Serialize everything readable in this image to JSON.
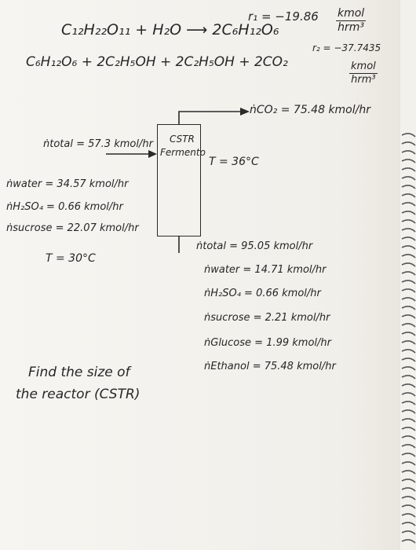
{
  "reaction1": {
    "equation": "C₁₂H₂₂O₁₁ + H₂O ⟶ 2C₆H₁₂O₆",
    "rate_label": "r₁ = −19.86",
    "rate_unit_num": "kmol",
    "rate_unit_den": "hrm³"
  },
  "reaction2": {
    "equation": "C₆H₁₂O₆ + 2C₂H₅OH + 2C₂H₅OH + 2CO₂",
    "rate_label": "r₂ = −37.7435",
    "rate_unit_num": "kmol",
    "rate_unit_den": "hrm³"
  },
  "co2_stream": "ṅCO₂ = 75.48 kmol/hr",
  "reactor": {
    "line1": "CSTR",
    "line2": "Fermento",
    "temperature": "T = 36°C"
  },
  "inlet": {
    "total": "ṅtotal = 57.3 kmol/hr",
    "water": "ṅwater = 34.57 kmol/hr",
    "h2so4": "ṅH₂SO₄ = 0.66 kmol/hr",
    "sucrose": "ṅsucrose = 22.07 kmol/hr",
    "temperature": "T = 30°C"
  },
  "outlet": {
    "total": "ṅtotal = 95.05 kmol/hr",
    "water": "ṅwater = 14.71 kmol/hr",
    "h2so4": "ṅH₂SO₄ = 0.66 kmol/hr",
    "sucrose": "ṅsucrose = 2.21 kmol/hr",
    "glucose": "ṅGlucose = 1.99 kmol/hr",
    "ethanol": "ṅEthanol = 75.48 kmol/hr"
  },
  "task": {
    "line1": "Find the size of",
    "line2": "the reactor (CSTR)"
  },
  "colors": {
    "ink": "#262626",
    "paper": "#f3f1ec"
  }
}
